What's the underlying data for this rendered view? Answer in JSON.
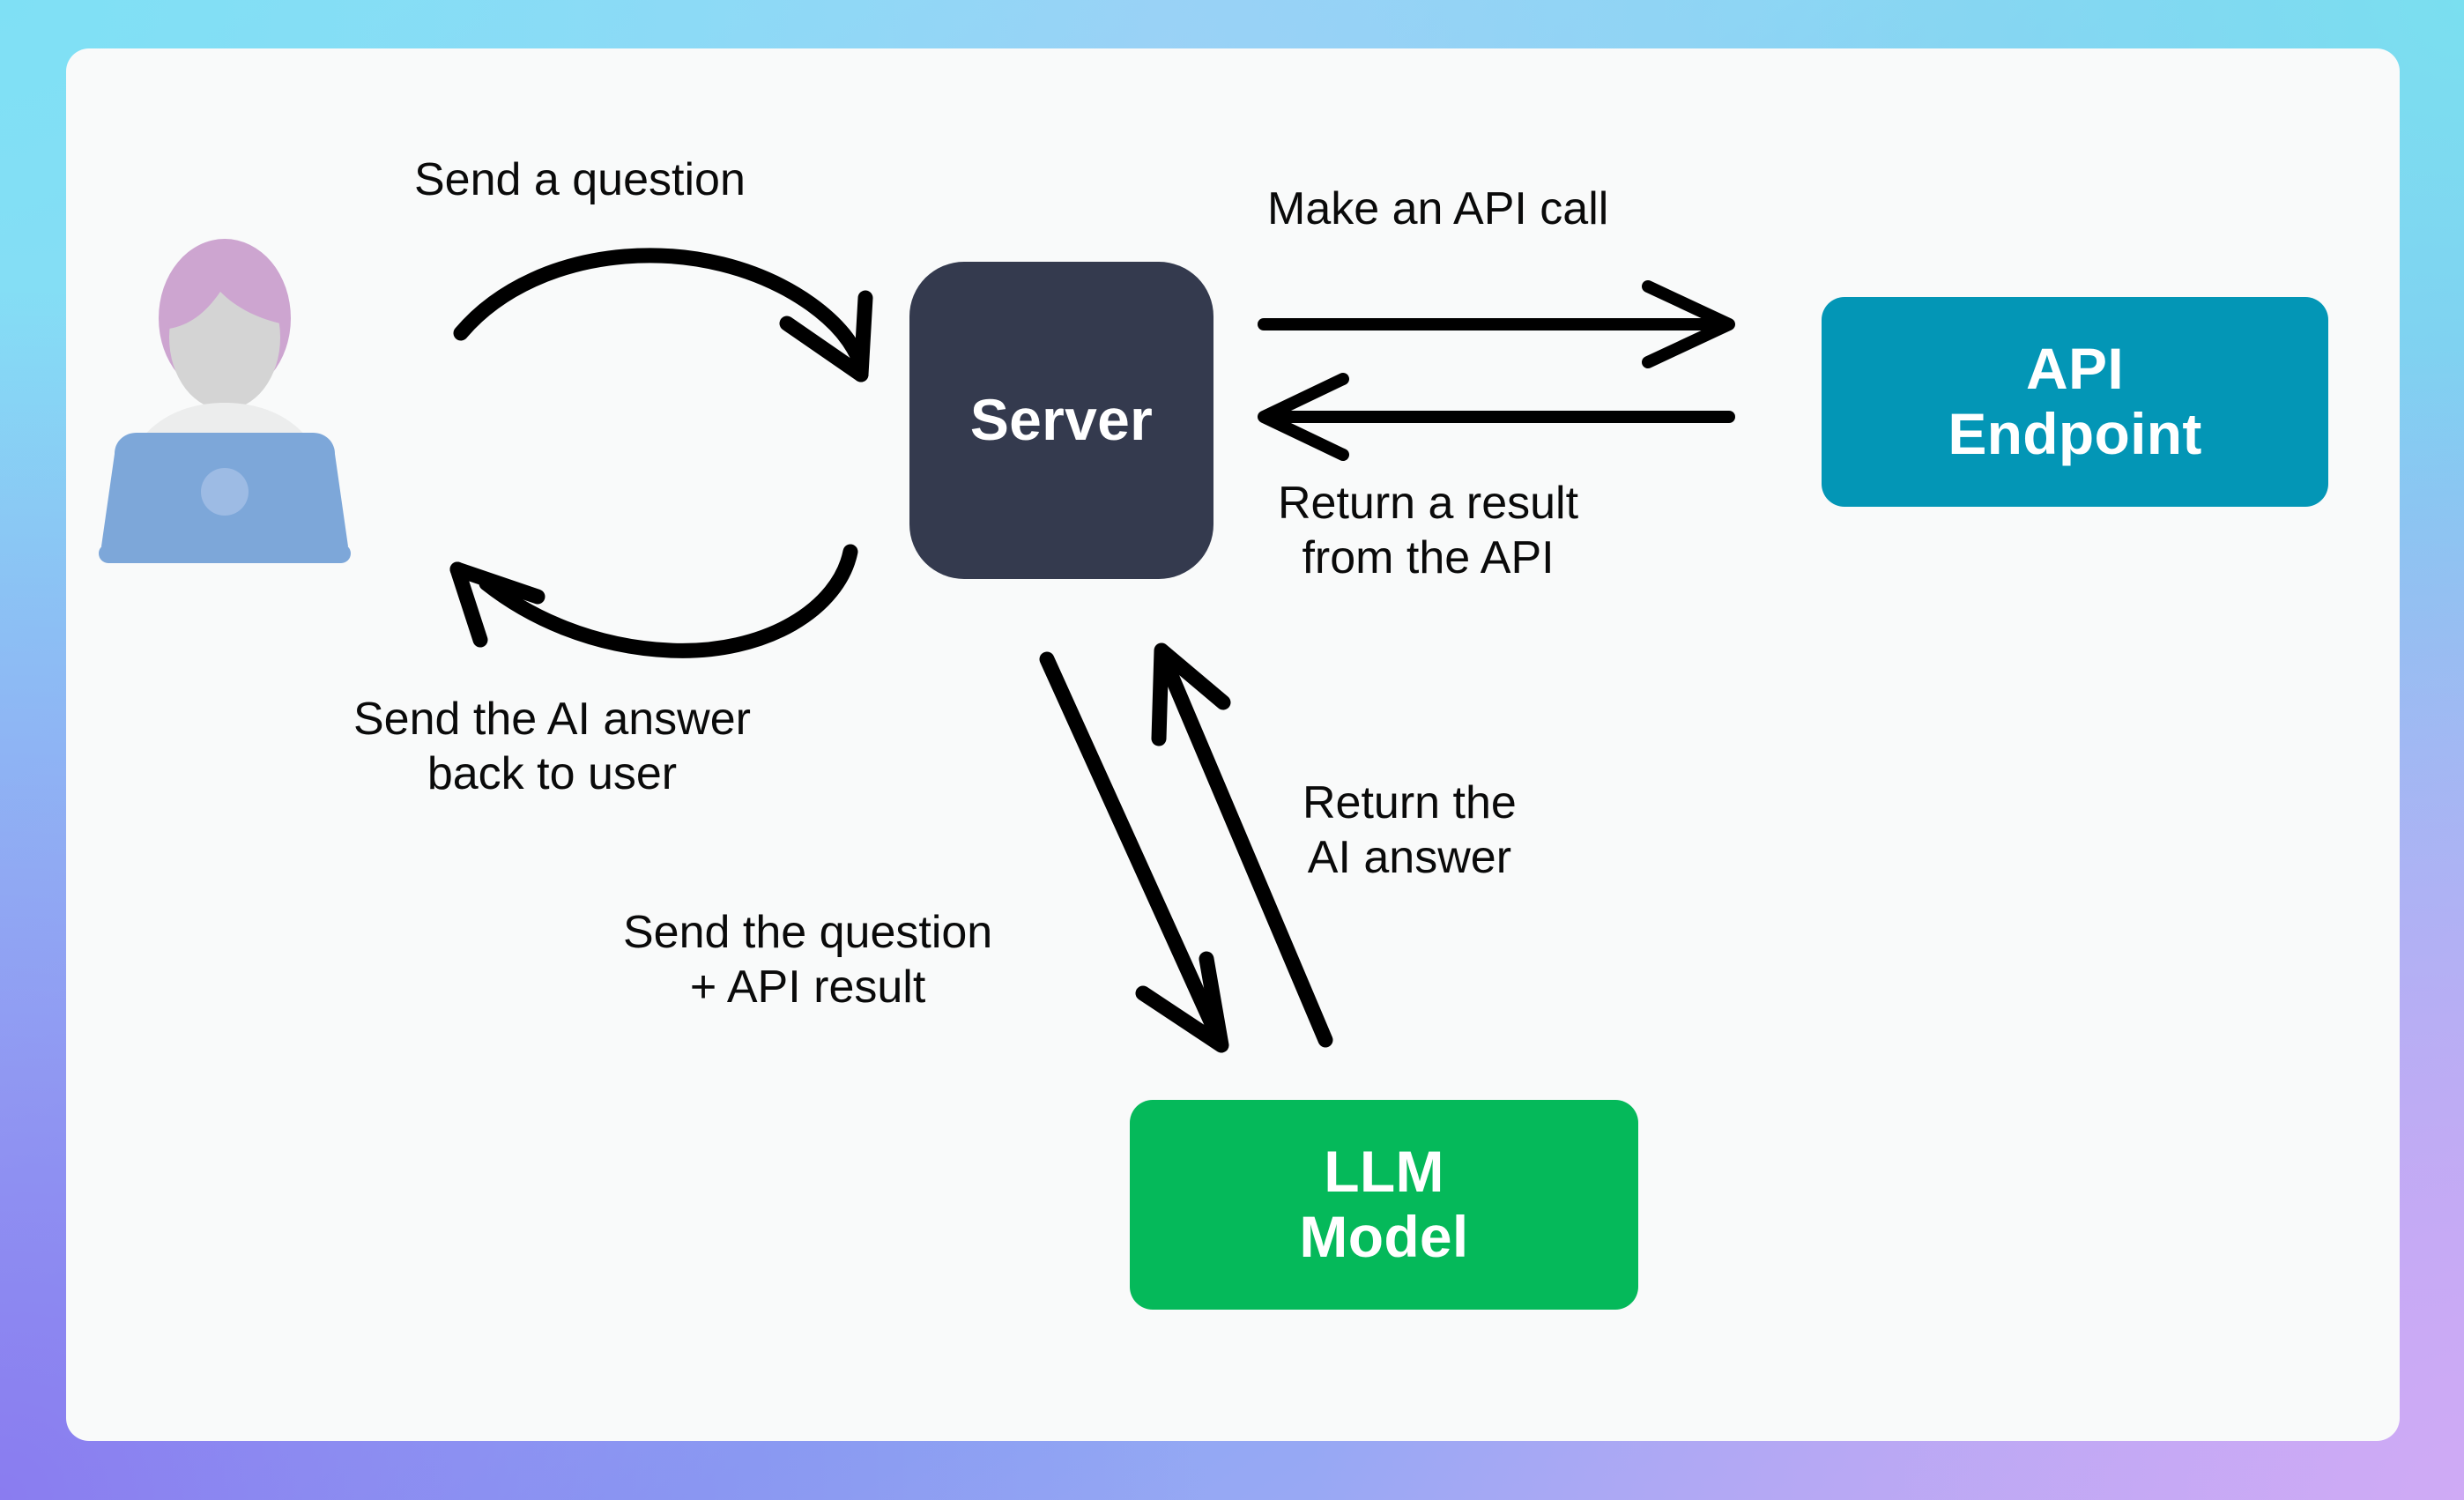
{
  "diagram": {
    "title": "LLM server request flow",
    "background": {
      "gradient_corners": {
        "top_left": "#7fe0f5",
        "top_right": "#7adff0",
        "bottom_left": "#8a7cf0",
        "bottom_right": "#cfaaf5"
      },
      "card_color": "#f9fafa"
    },
    "nodes": [
      {
        "id": "user",
        "kind": "illustration",
        "name": "person-at-laptop",
        "colors": {
          "hair": "#cda5d0",
          "face": "#d4d4d4",
          "shirt": "#eceded",
          "laptop": "#7da7d9",
          "laptop_accent": "#9dbbe4"
        }
      },
      {
        "id": "server",
        "kind": "box",
        "label": "Server",
        "color": "#343a4e",
        "text_color": "#ffffff"
      },
      {
        "id": "api_endpoint",
        "kind": "box",
        "label": "API\nEndpoint",
        "line1": "API",
        "line2": "Endpoint",
        "color": "#0396b6",
        "text_color": "#ffffff"
      },
      {
        "id": "llm_model",
        "kind": "box",
        "label": "LLM\nModel",
        "line1": "LLM",
        "line2": "Model",
        "color": "#05b95a",
        "text_color": "#ffffff"
      }
    ],
    "edges": [
      {
        "id": "user_to_server",
        "from": "user",
        "to": "server",
        "style": "curved",
        "label": "Send a question"
      },
      {
        "id": "server_to_user",
        "from": "server",
        "to": "user",
        "style": "curved",
        "label": "Send the AI answer\nback to user"
      },
      {
        "id": "server_to_api",
        "from": "server",
        "to": "api_endpoint",
        "style": "straight",
        "label": "Make an API call"
      },
      {
        "id": "api_to_server",
        "from": "api_endpoint",
        "to": "server",
        "style": "straight",
        "label": "Return a result\nfrom the API"
      },
      {
        "id": "server_to_llm",
        "from": "server",
        "to": "llm_model",
        "style": "straight-diagonal",
        "label": "Send the question\n+ API result"
      },
      {
        "id": "llm_to_server",
        "from": "llm_model",
        "to": "server",
        "style": "straight-diagonal",
        "label": "Return the\nAI answer"
      }
    ],
    "labels": {
      "send_a_question": "Send a question",
      "make_an_api_call": "Make an API call",
      "return_a_result_from_the_api": "Return a result\nfrom the API",
      "send_the_ai_answer_back_to_user": "Send the AI answer\nback to user",
      "send_the_question_plus_api_result": "Send the question\n+ API result",
      "return_the_ai_answer": "Return the\nAI answer",
      "server": "Server",
      "api_endpoint_line1": "API",
      "api_endpoint_line2": "Endpoint",
      "llm_model_line1": "LLM",
      "llm_model_line2": "Model"
    },
    "colors": {
      "arrow": "#000000",
      "text": "#0a0a0a",
      "server_box": "#343a4e",
      "api_box": "#0396b6",
      "llm_box": "#05b95a"
    }
  }
}
